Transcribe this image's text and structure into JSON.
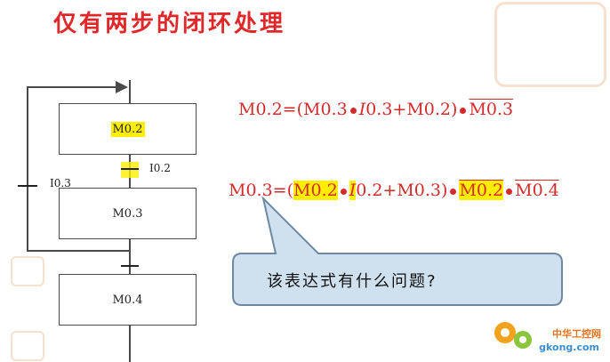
{
  "title": "仅有两步的闭环处理",
  "steps": [
    {
      "label": "M0.2"
    },
    {
      "label": "M0.3"
    },
    {
      "label": "M0.4"
    }
  ],
  "transitions": {
    "t1": "I0.2",
    "t2": "I0.3"
  },
  "equations": {
    "eq1": {
      "lhs": "M0.2=(M0.3",
      "mid": "I",
      "mid2": "0.3+M0.2)",
      "tail": "M0.3"
    },
    "eq2": {
      "lhs": "M0.3=(",
      "a": "M0.2",
      "b": "I",
      "c": "0.2",
      "d": "+M0.3)",
      "e": "M0.2",
      "f": "M0.4"
    }
  },
  "callout": "该表达式有什么问题?",
  "logo": {
    "name": "中华工控网",
    "url": "gkong.com"
  },
  "colors": {
    "title": "#e0282a",
    "equation": "#d42a2a",
    "highlight": "#ffee00",
    "callout_fill": "#cfe0ef",
    "callout_stroke": "#6e8aa3"
  }
}
